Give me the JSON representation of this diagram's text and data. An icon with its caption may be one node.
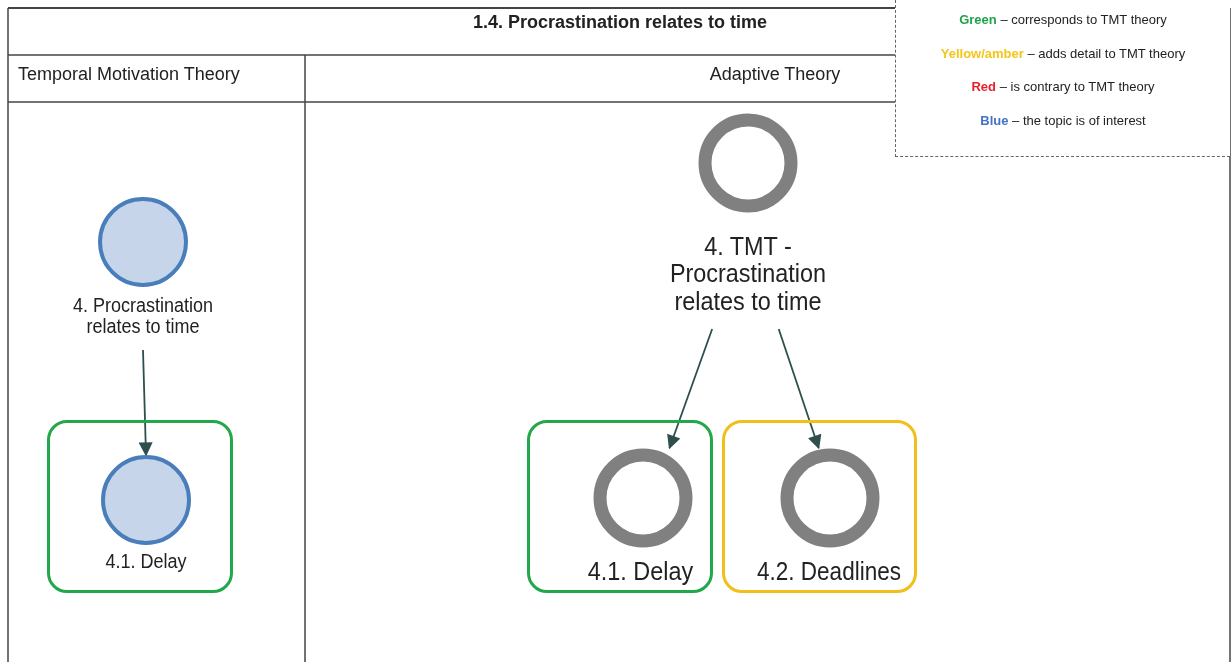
{
  "diagram": {
    "title": "1.4. Procrastination relates to time",
    "nodes": [
      {
        "text": [
          "4. Procrastination relates to time"
        ]
      },
      {
        "text": [],
        "shape": "box"
      },
      {
        "text": [
          "4.1. Delay"
        ],
        "in": 1
      },
      {
        "text": [
          "4. TMT - Procrastination relates to time"
        ]
      },
      {
        "text": [],
        "shape": "box"
      },
      {
        "text": [
          "4.1. Delay"
        ],
        "in": 4
      },
      {
        "text": [],
        "shape": "box"
      },
      {
        "text": [
          "4.2. Deadlines"
        ],
        "in": 6
      }
    ],
    "edges": [
      {
        "from": 0,
        "to": 2,
        "arrow": "to"
      },
      {
        "from": 3,
        "to": 5,
        "arrow": "to"
      },
      {
        "from": 3,
        "to": 7,
        "arrow": "to"
      }
    ],
    "labels": [
      "Temporal Motivation Theory",
      "Adaptive Theory"
    ],
    "legend": [
      {
        "text": "Green – corresponds to TMT theory",
        "color": "#1fa34a"
      },
      {
        "text": "Yellow/amber – adds detail to TMT theory",
        "color": "#f5c518"
      },
      {
        "text": "Red – is contrary to TMT theory",
        "color": "#e8202a"
      },
      {
        "text": "Blue – the topic is of interest",
        "color": "#4472c4"
      }
    ]
  }
}
